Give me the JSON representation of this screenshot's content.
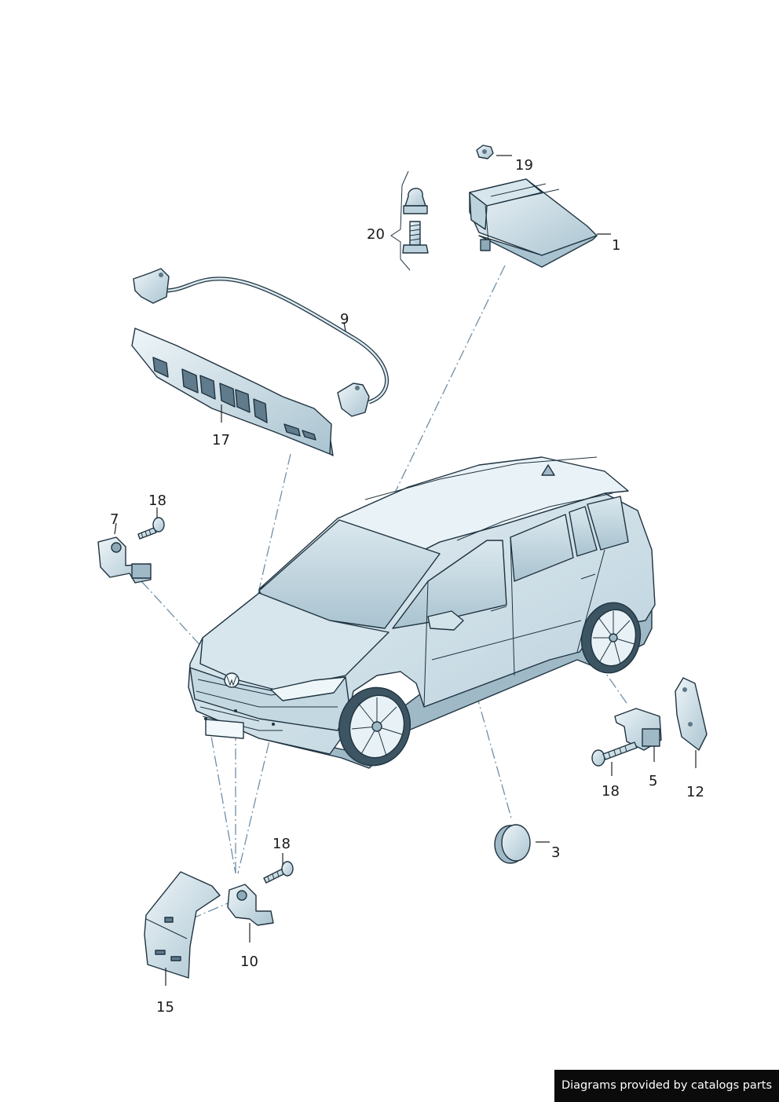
{
  "callouts": {
    "c1": "1",
    "c3": "3",
    "c5": "5",
    "c7": "7",
    "c9": "9",
    "c10": "10",
    "c12": "12",
    "c15": "15",
    "c17": "17",
    "c18a": "18",
    "c18b": "18",
    "c18c": "18",
    "c19": "19",
    "c20": "20"
  },
  "credit": "Diagrams provided by catalogs parts",
  "colors": {
    "body_shade": "#c6d9e3",
    "light_shade": "#e3eef3",
    "outline": "#1f3340",
    "leader_dash": "#6f8fa8"
  }
}
